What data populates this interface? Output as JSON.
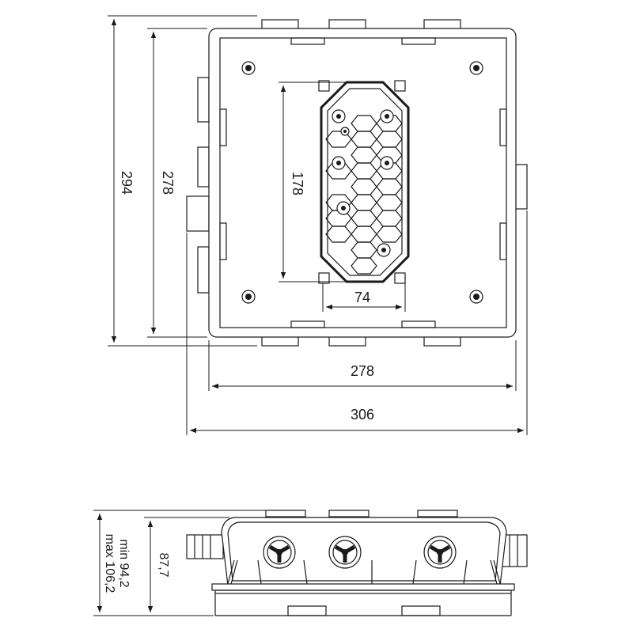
{
  "top_view": {
    "dimensions": {
      "overall_height": "294",
      "inner_height": "278",
      "plate_height": "178",
      "plate_width": "74",
      "inner_width": "278",
      "overall_width": "306"
    }
  },
  "side_view": {
    "dimensions": {
      "min_depth": "min 94,2",
      "max_depth": "max 106,2",
      "depth": "87,7"
    }
  }
}
